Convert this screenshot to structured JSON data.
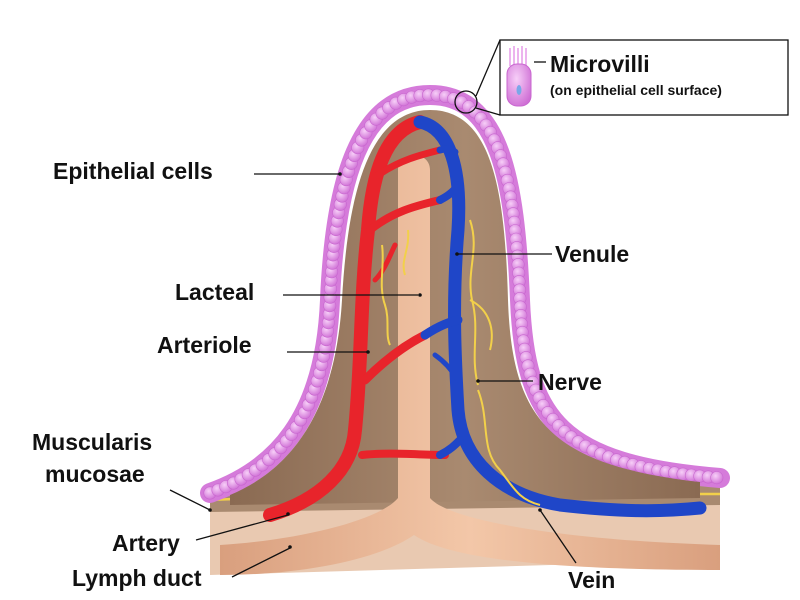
{
  "labels": {
    "epithelial_cells": "Epithelial cells",
    "lacteal": "Lacteal",
    "arteriole": "Arteriole",
    "muscularis_line1": "Muscularis",
    "muscularis_line2": "mucosae",
    "artery": "Artery",
    "lymph_duct": "Lymph duct",
    "venule": "Venule",
    "nerve": "Nerve",
    "vein": "Vein"
  },
  "callout": {
    "title": "Microvilli",
    "subtitle": "(on epithelial cell surface)"
  },
  "colors": {
    "epithelium": "#e59ae8",
    "epithelium_dark": "#c866cf",
    "interior": "#9a7a62",
    "lacteal": "#e9b594",
    "artery": "#e8242b",
    "vein": "#1f46c8",
    "nerve": "#f2d04a"
  }
}
